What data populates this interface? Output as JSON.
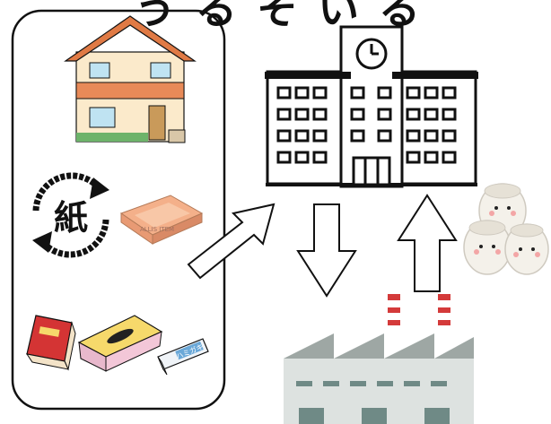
{
  "title_fragment": "うるそいる",
  "recycle_mark_text": "紙",
  "box_stamp_text": "ALLIS ITEM",
  "glue_tube_text": "ハミガキ",
  "colors": {
    "outline": "#111111",
    "house_wall": "#fbeacb",
    "house_roof": "#e07a45",
    "house_band": "#e88a58",
    "window": "#bfe3f2",
    "door": "#c99a5a",
    "factory_wall": "#dde2e0",
    "factory_roof": "#9ea7a4",
    "factory_window": "#6f8a86",
    "chimney_red": "#d43a3a",
    "recycle_arrow": "#111111",
    "cardboard": "#f4b08a",
    "tissue_box": "#f6d96b",
    "book_red": "#d43434",
    "toilet_paper": "#f4f1ea"
  },
  "icons": [
    "house-icon",
    "paper-recycle-icon",
    "cardboard-box-icon",
    "school-building-icon",
    "clock-icon",
    "paper-factory-icon",
    "toilet-paper-icon",
    "red-book-icon",
    "tissue-box-icon",
    "toothpaste-box-icon"
  ]
}
